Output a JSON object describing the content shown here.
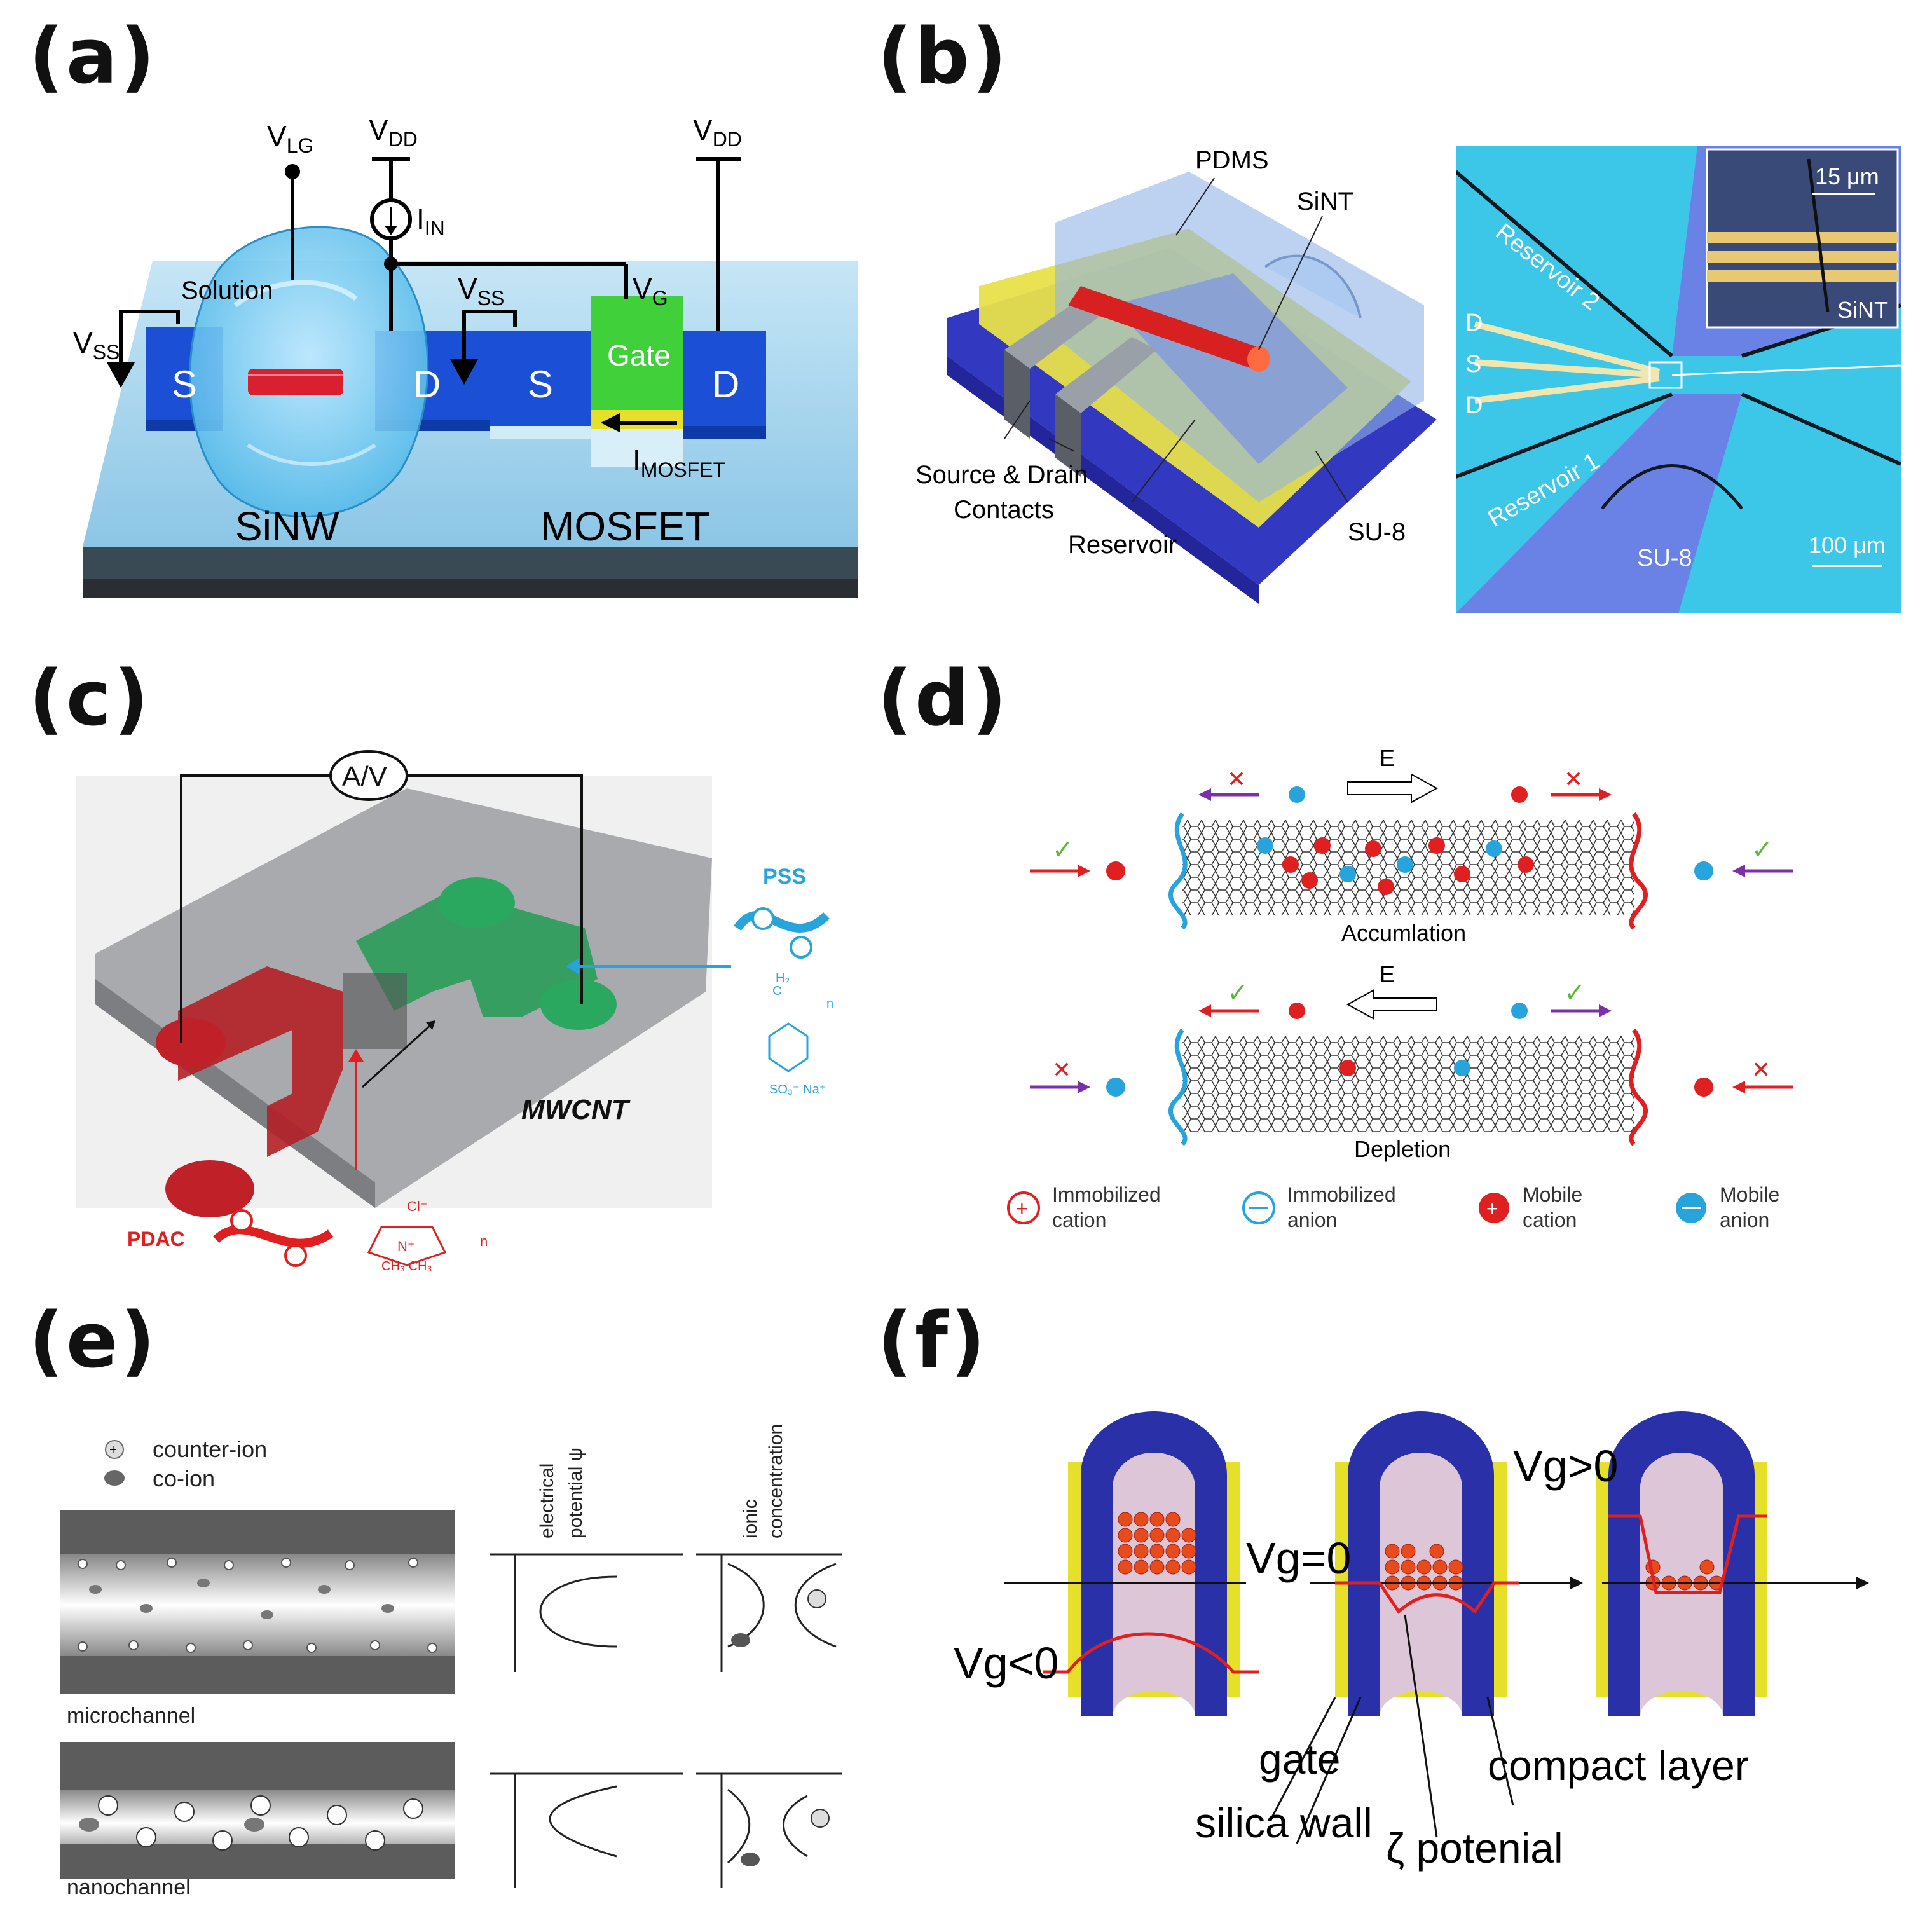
{
  "panels": {
    "a": {
      "label": "(a)",
      "vlg_main": "V",
      "vlg_sub": "LG",
      "vdd1_main": "V",
      "vdd1_sub": "DD",
      "vdd2_main": "V",
      "vdd2_sub": "DD",
      "iin_main": "I",
      "iin_sub": "IN",
      "vss1_main": "V",
      "vss1_sub": "SS",
      "vss2_main": "V",
      "vss2_sub": "SS",
      "vg_main": "V",
      "vg_sub": "G",
      "imos_main": "I",
      "imos_sub": "MOSFET",
      "solution": "Solution",
      "s1": "S",
      "d1": "D",
      "s2": "S",
      "d2": "D",
      "gate": "Gate",
      "sinw": "SiNW",
      "mosfet": "MOSFET"
    },
    "b": {
      "label": "(b)",
      "pdms": "PDMS",
      "sint": "SiNT",
      "source_drain_1": "Source & Drain",
      "source_drain_2": "Contacts",
      "reservoir": "Reservoir",
      "su8": "SU-8",
      "micro_reservoir2": "Reservoir 2",
      "micro_reservoir1": "Reservoir 1",
      "micro_d1": "D",
      "micro_s": "S",
      "micro_d2": "D",
      "micro_su8": "SU-8",
      "scale_inset": "15 μm",
      "scale_main": "100 μm",
      "inset_sint": "SiNT"
    },
    "c": {
      "label": "(c)",
      "meter": "A/V",
      "pss": "PSS",
      "pdac": "PDAC",
      "mwcnt": "MWCNT",
      "pss_formula_h": "H₂",
      "pss_formula_c": "C",
      "pss_formula_n": "n",
      "pss_formula_so3": "SO₃⁻ Na⁺",
      "pdac_formula_cl": "Cl⁻",
      "pdac_formula_n": "N⁺",
      "pdac_formula_ch3": "CH₃   CH₃",
      "pdac_formula_sub": "n"
    },
    "d": {
      "label": "(d)",
      "e_top": "E",
      "e_bottom": "E",
      "accumulation": "Accumlation",
      "depletion": "Depletion",
      "check": "✓",
      "cross": "✕",
      "legend": [
        {
          "line1": "Immobilized",
          "line2": "cation"
        },
        {
          "line1": "Immobilized",
          "line2": "anion"
        },
        {
          "line1": "Mobile",
          "line2": "cation"
        },
        {
          "line1": "Mobile",
          "line2": "anion"
        }
      ]
    },
    "e": {
      "label": "(e)",
      "counter_ion": "counter-ion",
      "co_ion": "co-ion",
      "microchannel": "microchannel",
      "nanochannel": "nanochannel",
      "potential_1": "electrical",
      "potential_2": "potential ψ",
      "conc_1": "ionic",
      "conc_2": "concentration"
    },
    "f": {
      "label": "(f)",
      "vg_neg": "Vg<0",
      "vg_zero": "Vg=0",
      "vg_pos": "Vg>0",
      "gate": "gate",
      "silica_wall": "silica wall",
      "compact_layer": "compact layer",
      "zeta": "ζ potenial"
    }
  },
  "colors": {
    "blue_electrode": "#1a4fd6",
    "green_gate": "#3fd03a",
    "channel_red": "#d92030",
    "substrate_top": "#a8d6ee",
    "cyan_ion": "#27a4dc",
    "red_ion": "#e02020",
    "yellow": "#e6e02a",
    "navy": "#2a30a8"
  }
}
